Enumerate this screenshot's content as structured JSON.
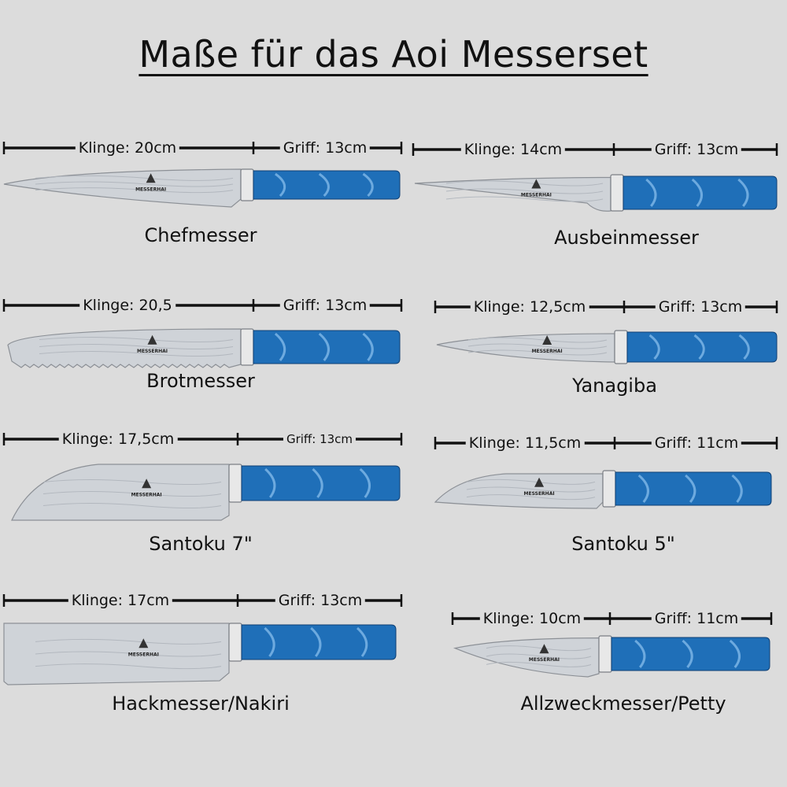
{
  "title": "Maße für das Aoi Messerset",
  "brand": "MESSERHAI",
  "colors": {
    "background": "#dcdcdc",
    "handle": "#1f6fb8",
    "blade": "#cfd3d8",
    "ruler": "#111111"
  },
  "knives": [
    {
      "name": "Chefmesser",
      "blade_label": "Klinge: 20cm",
      "handle_label": "Griff: 13cm",
      "shape": "chef"
    },
    {
      "name": "Ausbeinmesser",
      "blade_label": "Klinge: 14cm",
      "handle_label": "Griff: 13cm",
      "shape": "boning"
    },
    {
      "name": "Brotmesser",
      "blade_label": "Klinge: 20,5",
      "handle_label": "Griff: 13cm",
      "shape": "bread"
    },
    {
      "name": "Yanagiba",
      "blade_label": "Klinge: 12,5cm",
      "handle_label": "Griff: 13cm",
      "shape": "yanagiba"
    },
    {
      "name": "Santoku 7\"",
      "blade_label": "Klinge: 17,5cm",
      "handle_label": "Griff: 13cm",
      "shape": "santoku"
    },
    {
      "name": "Santoku 5\"",
      "blade_label": "Klinge: 11,5cm",
      "handle_label": "Griff: 11cm",
      "shape": "santoku-small"
    },
    {
      "name": "Hackmesser/Nakiri",
      "blade_label": "Klinge: 17cm",
      "handle_label": "Griff: 13cm",
      "shape": "nakiri"
    },
    {
      "name": "Allzweckmesser/Petty",
      "blade_label": "Klinge: 10cm",
      "handle_label": "Griff: 11cm",
      "shape": "petty"
    }
  ]
}
